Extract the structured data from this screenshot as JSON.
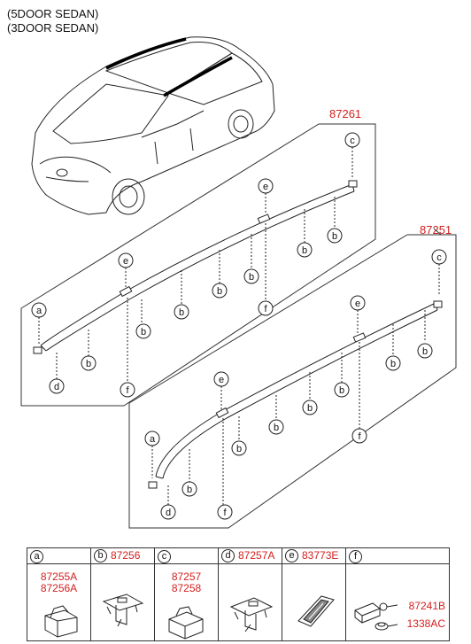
{
  "header": {
    "line1": "(5DOOR SEDAN)",
    "line2": "(3DOOR SEDAN)"
  },
  "assemblies": {
    "upper": "87261",
    "lower": "87251"
  },
  "callout_letters": {
    "a": "a",
    "b": "b",
    "c": "c",
    "d": "d",
    "e": "e",
    "f": "f"
  },
  "legend": {
    "a": {
      "letter": "a",
      "codes": [
        "87255A",
        "87256A"
      ]
    },
    "b": {
      "letter": "b",
      "code": "87256"
    },
    "c": {
      "letter": "c",
      "codes": [
        "87257",
        "87258"
      ]
    },
    "d": {
      "letter": "d",
      "code": "87257A"
    },
    "e": {
      "letter": "e",
      "code": "83773E"
    },
    "f": {
      "letter": "f",
      "codes": [
        "87241B",
        "1338AC"
      ]
    }
  },
  "colors": {
    "part_number": "#d42020",
    "line": "#222222"
  }
}
